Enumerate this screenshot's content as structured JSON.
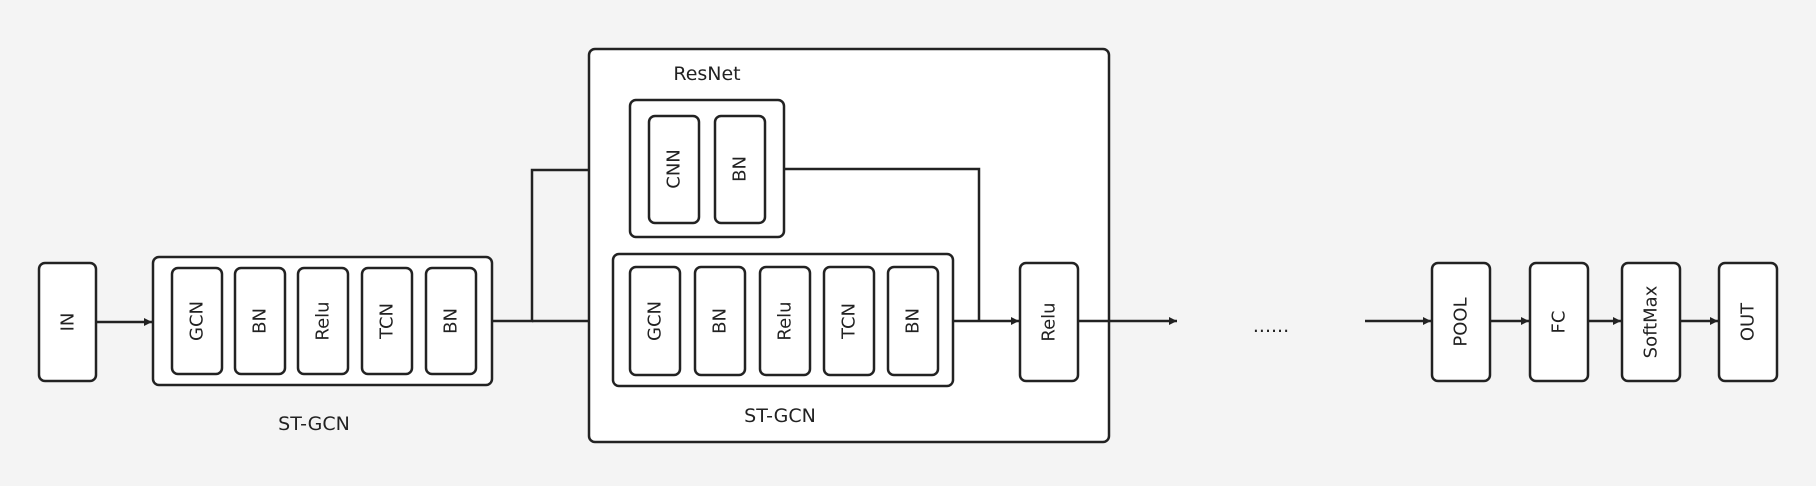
{
  "input": {
    "label": "IN"
  },
  "stgcn_block_1": {
    "caption": "ST-GCN",
    "layers": [
      "GCN",
      "BN",
      "Relu",
      "TCN",
      "BN"
    ]
  },
  "resnet": {
    "title": "ResNet",
    "shortcut_layers": [
      "CNN",
      "BN"
    ],
    "stgcn": {
      "caption": "ST-GCN",
      "layers": [
        "GCN",
        "BN",
        "Relu",
        "TCN",
        "BN"
      ]
    },
    "activation": "Relu"
  },
  "ellipsis": "......",
  "tail_layers": [
    "POOL",
    "FC",
    "SoftMax",
    "OUT"
  ]
}
